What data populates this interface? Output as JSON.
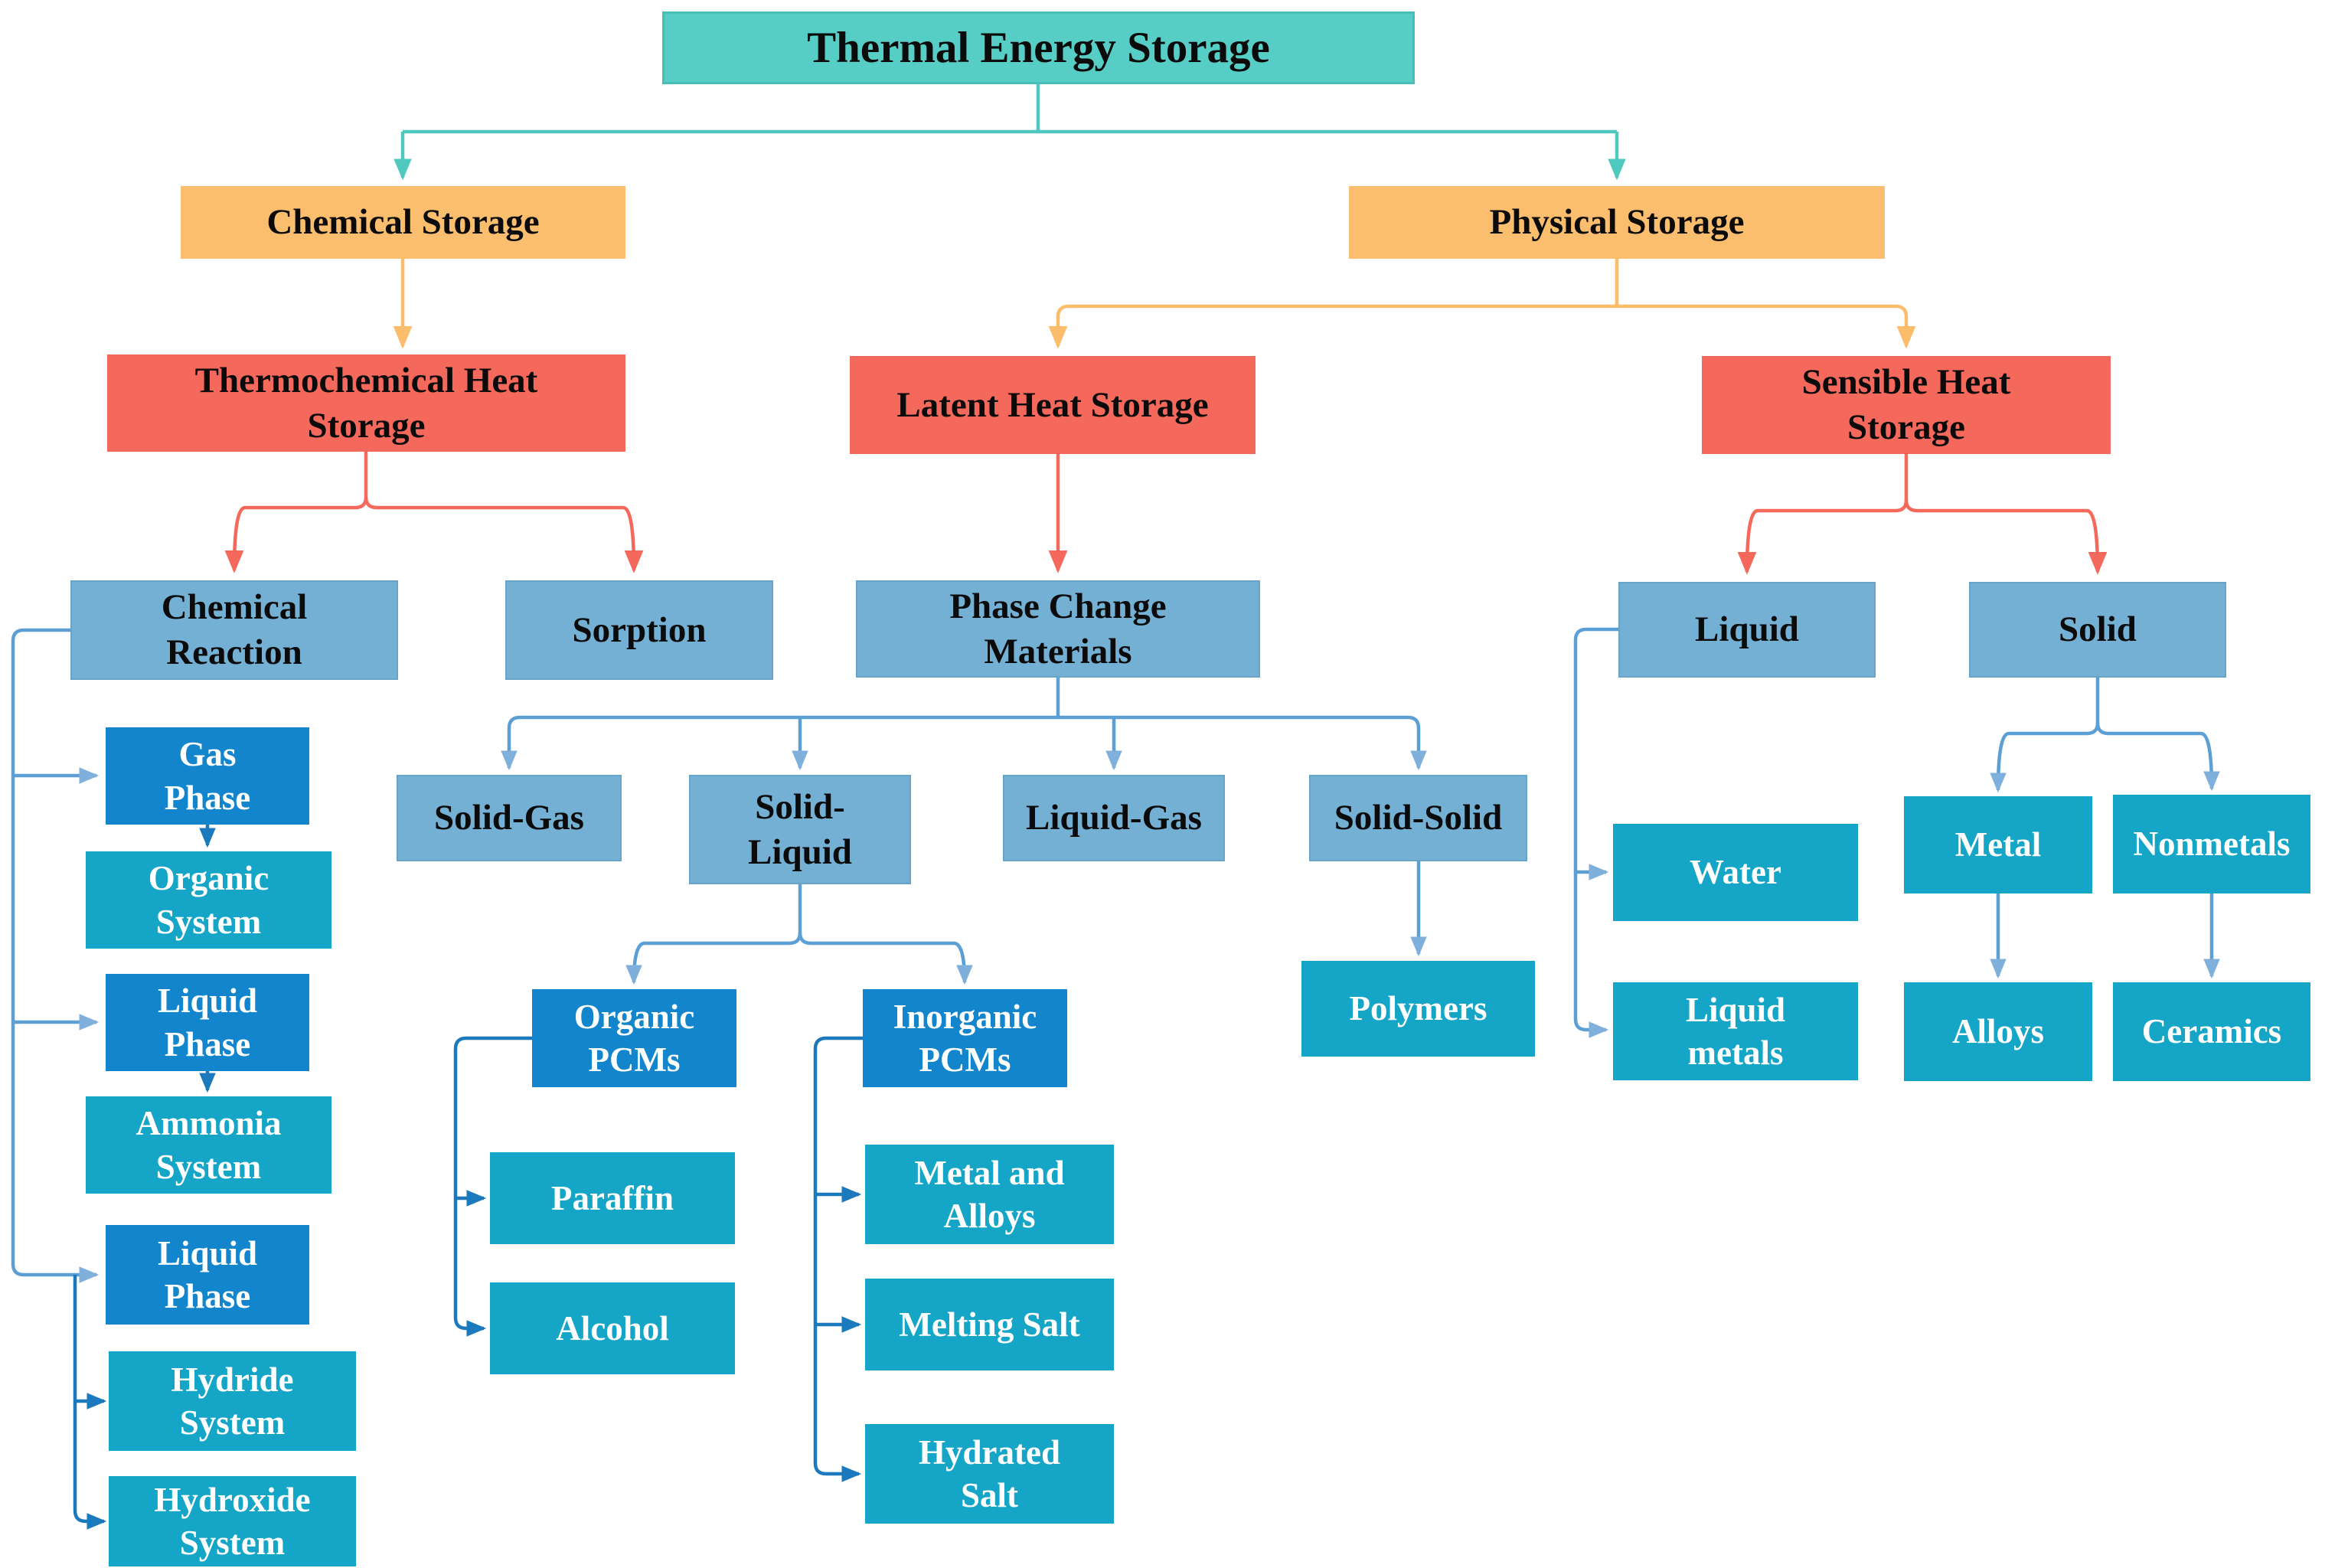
{
  "figure": {
    "type": "hierarchy-flowchart",
    "title": "Thermal Energy Storage"
  },
  "colors": {
    "root_box": "#56CDC5",
    "level2_box": "#FBBE6E",
    "level3_box": "#F4695C",
    "level4_box": "#74B0D4",
    "phase_box": "#1285CC",
    "leaf_box": "#15A5C6",
    "teal_line": "#4FC8C0",
    "orange_line": "#FBBD6C",
    "salmon_line": "#F4695B",
    "light_blue_line": "#5B9FD4",
    "dark_blue_line": "#1B79BD"
  },
  "nodes": {
    "title": {
      "label": "Thermal Energy Storage",
      "parent": null
    },
    "chemical_storage": {
      "label": "Chemical Storage",
      "parent": "title"
    },
    "physical_storage": {
      "label": "Physical Storage",
      "parent": "title"
    },
    "thermochemical": {
      "label": "Thermochemical Heat\nStorage",
      "parent": "chemical_storage"
    },
    "latent": {
      "label": "Latent Heat Storage",
      "parent": "physical_storage"
    },
    "sensible": {
      "label": "Sensible Heat\nStorage",
      "parent": "physical_storage"
    },
    "chemical_reaction": {
      "label": "Chemical\nReaction",
      "parent": "thermochemical"
    },
    "sorption": {
      "label": "Sorption",
      "parent": "thermochemical"
    },
    "pcm": {
      "label": "Phase Change\nMaterials",
      "parent": "latent"
    },
    "liquid": {
      "label": "Liquid",
      "parent": "sensible"
    },
    "solid": {
      "label": "Solid",
      "parent": "sensible"
    },
    "gas_phase": {
      "label": "Gas\nPhase",
      "parent": "chemical_reaction"
    },
    "organic_system": {
      "label": "Organic\nSystem",
      "parent": "gas_phase"
    },
    "liquid_phase_1": {
      "label": "Liquid\nPhase",
      "parent": "chemical_reaction"
    },
    "ammonia_system": {
      "label": "Ammonia\nSystem",
      "parent": "liquid_phase_1"
    },
    "liquid_phase_2": {
      "label": "Liquid\nPhase",
      "parent": "chemical_reaction"
    },
    "hydride_system": {
      "label": "Hydride\nSystem",
      "parent": "liquid_phase_2"
    },
    "hydroxide_system": {
      "label": "Hydroxide\nSystem",
      "parent": "liquid_phase_2"
    },
    "solid_gas": {
      "label": "Solid-Gas",
      "parent": "pcm"
    },
    "solid_liquid": {
      "label": "Solid-\nLiquid",
      "parent": "pcm"
    },
    "liquid_gas": {
      "label": "Liquid-Gas",
      "parent": "pcm"
    },
    "solid_solid": {
      "label": "Solid-Solid",
      "parent": "pcm"
    },
    "organic_pcms": {
      "label": "Organic\nPCMs",
      "parent": "solid_liquid"
    },
    "inorganic_pcms": {
      "label": "Inorganic\nPCMs",
      "parent": "solid_liquid"
    },
    "paraffin": {
      "label": "Paraffin",
      "parent": "organic_pcms"
    },
    "alcohol": {
      "label": "Alcohol",
      "parent": "organic_pcms"
    },
    "metal_and_alloys": {
      "label": "Metal and\nAlloys",
      "parent": "inorganic_pcms"
    },
    "melting_salt": {
      "label": "Melting Salt",
      "parent": "inorganic_pcms"
    },
    "hydrated_salt": {
      "label": "Hydrated\nSalt",
      "parent": "inorganic_pcms"
    },
    "polymers": {
      "label": "Polymers",
      "parent": "solid_solid"
    },
    "water": {
      "label": "Water",
      "parent": "liquid"
    },
    "liquid_metals": {
      "label": "Liquid\nmetals",
      "parent": "liquid"
    },
    "metal": {
      "label": "Metal",
      "parent": "solid"
    },
    "nonmetals": {
      "label": "Nonmetals",
      "parent": "solid"
    },
    "alloys": {
      "label": "Alloys",
      "parent": "metal"
    },
    "ceramics": {
      "label": "Ceramics",
      "parent": "nonmetals"
    }
  }
}
